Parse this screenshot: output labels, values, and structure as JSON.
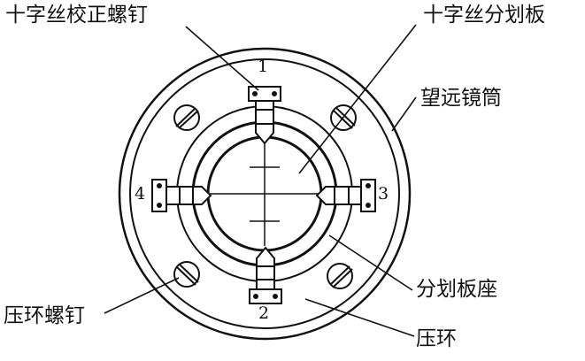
{
  "labels": {
    "crosshair_screw": "十字丝校正螺钉",
    "reticle": "十字丝分划板",
    "telescope_tube": "望远镜筒",
    "clamp_ring_screw": "压环螺钉",
    "reticle_seat": "分划板座",
    "clamp_ring": "压环"
  },
  "numbers": {
    "n1": "1",
    "n2": "2",
    "n3": "3",
    "n4": "4"
  },
  "colors": {
    "ink": "#111111",
    "paper": "#ffffff"
  }
}
